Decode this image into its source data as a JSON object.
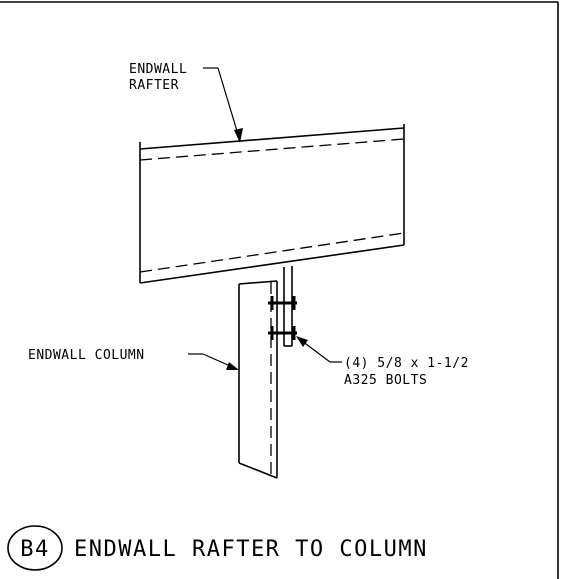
{
  "labels": {
    "rafter_line1": "ENDWALL",
    "rafter_line2": "RAFTER",
    "column": "ENDWALL COLUMN",
    "bolts_line1": "(4) 5/8 x 1-1/2",
    "bolts_line2": "A325 BOLTS"
  },
  "detail": {
    "tag": "B4",
    "title": "ENDWALL RAFTER TO COLUMN"
  },
  "colors": {
    "line": "#000000",
    "background": "#ffffff"
  }
}
